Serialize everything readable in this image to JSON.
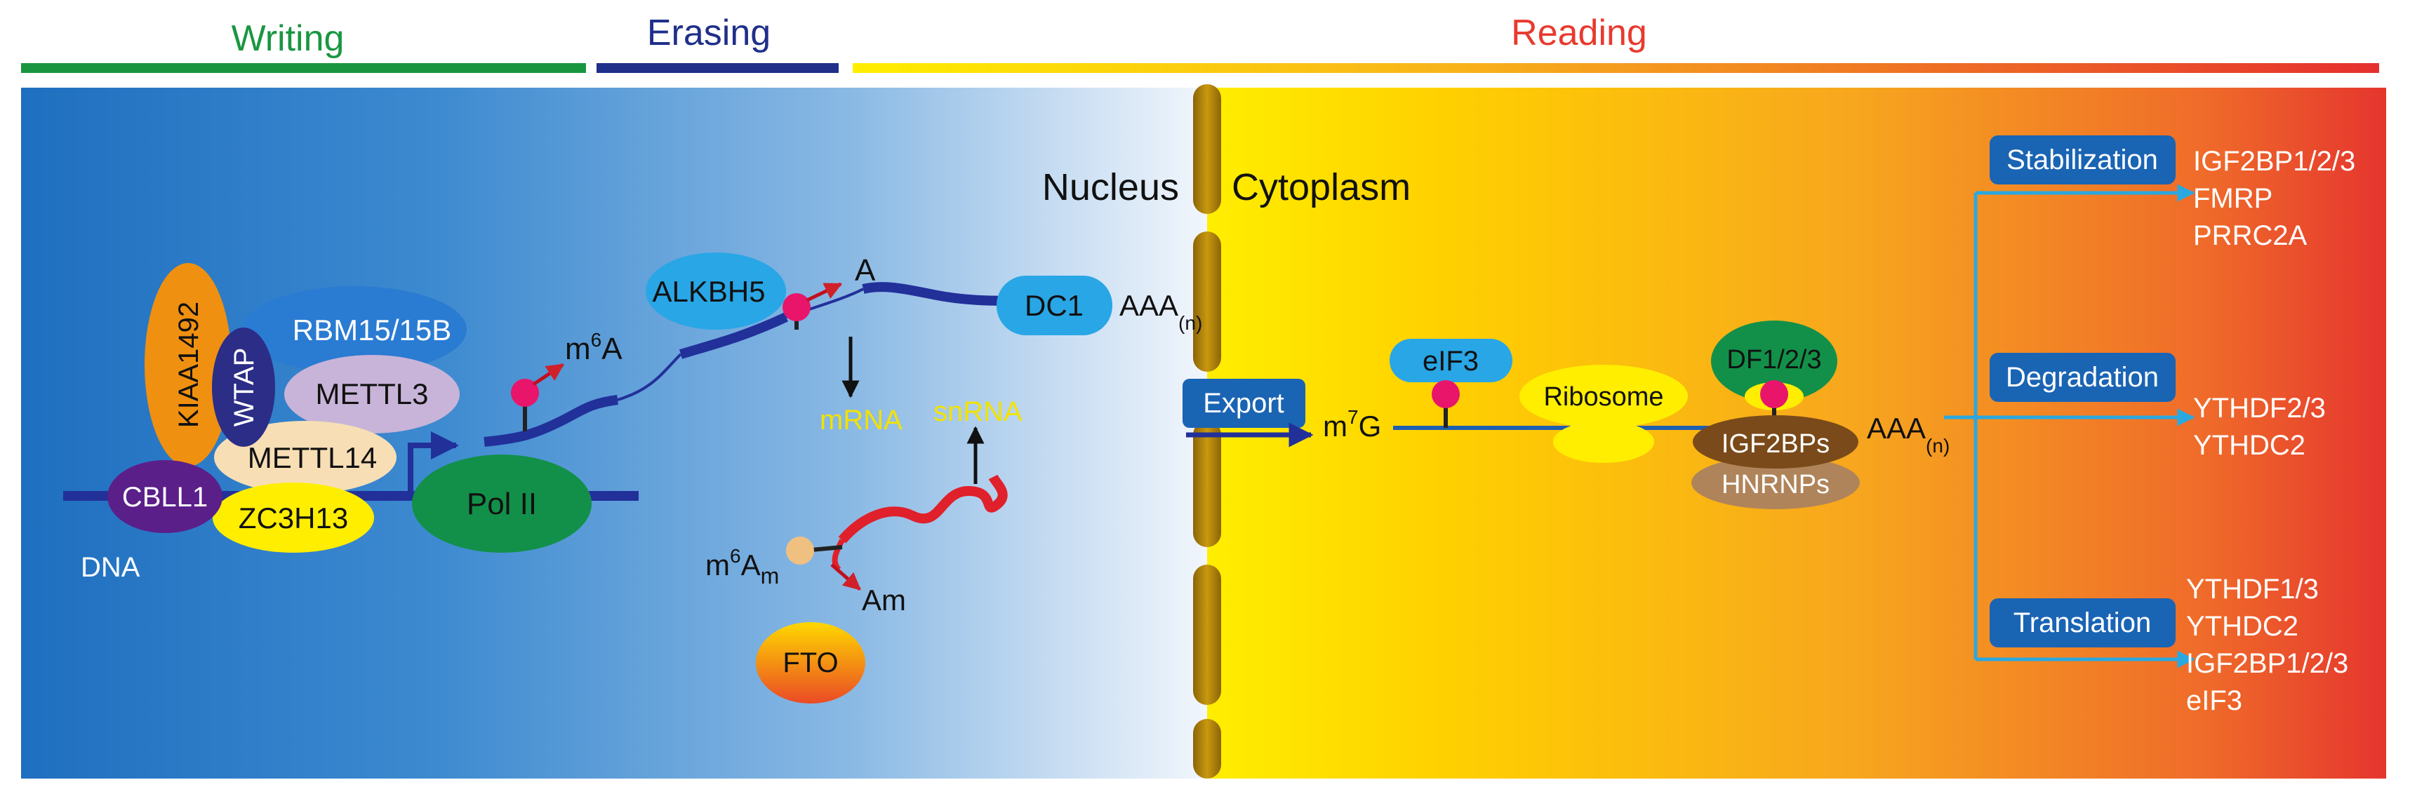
{
  "phases": {
    "writing": "Writing",
    "erasing": "Erasing",
    "reading": "Reading"
  },
  "compartments": {
    "nucleus": "Nucleus",
    "cytoplasm": "Cytoplasm"
  },
  "writers": {
    "kiaa1492": "KIAA1492",
    "wtap": "WTAP",
    "rbm15": "RBM15/15B",
    "mettl3": "METTL3",
    "mettl14": "METTL14",
    "cbll1": "CBLL1",
    "zc3h13": "ZC3H13",
    "dna": "DNA",
    "pol2": "Pol II"
  },
  "marks": {
    "m6a_base": "m",
    "m6a_sup": "6",
    "m6a_tail": "A",
    "a": "A",
    "am": "Am",
    "m6am_base": "m",
    "m6am_sup": "6",
    "m6am_mid": "A",
    "m6am_sub": "m",
    "m7g_base": "m",
    "m7g_sup": "7",
    "m7g_tail": "G"
  },
  "erasers": {
    "alkbh5": "ALKBH5",
    "fto": "FTO",
    "mrna": "mRNA",
    "snrna": "snRNA"
  },
  "transcript": {
    "dc1": "DC1",
    "aaa": "AAA",
    "n": "(n)"
  },
  "readers": {
    "export": "Export",
    "eif3": "eIF3",
    "ribosome": "Ribosome",
    "df": "DF1/2/3",
    "igf2bps": "IGF2BPs",
    "hnrnps": "HNRNPs",
    "aaa": "AAA",
    "n": "(n)"
  },
  "fates": [
    {
      "label": "Stabilization",
      "proteins": [
        "IGF2BP1/2/3",
        "FMRP",
        "PRRC2A"
      ]
    },
    {
      "label": "Degradation",
      "proteins": [
        "YTHDF2/3",
        "YTHDC2"
      ]
    },
    {
      "label": "Translation",
      "proteins": [
        "YTHDF1/3",
        "YTHDC2",
        "IGF2BP1/2/3",
        "eIF3"
      ]
    }
  ],
  "colors": {
    "writing": "#1a9641",
    "erasing": "#1f2f8a",
    "reading": "#e83a2e",
    "rna": "#22309a",
    "red_rna": "#e0202a",
    "pin": "#e8156b",
    "pore": "#b8860b",
    "fate_box": "#1a64b4",
    "fate_arrow": "#2aa8e0",
    "yellow_text": "#f2e200"
  }
}
